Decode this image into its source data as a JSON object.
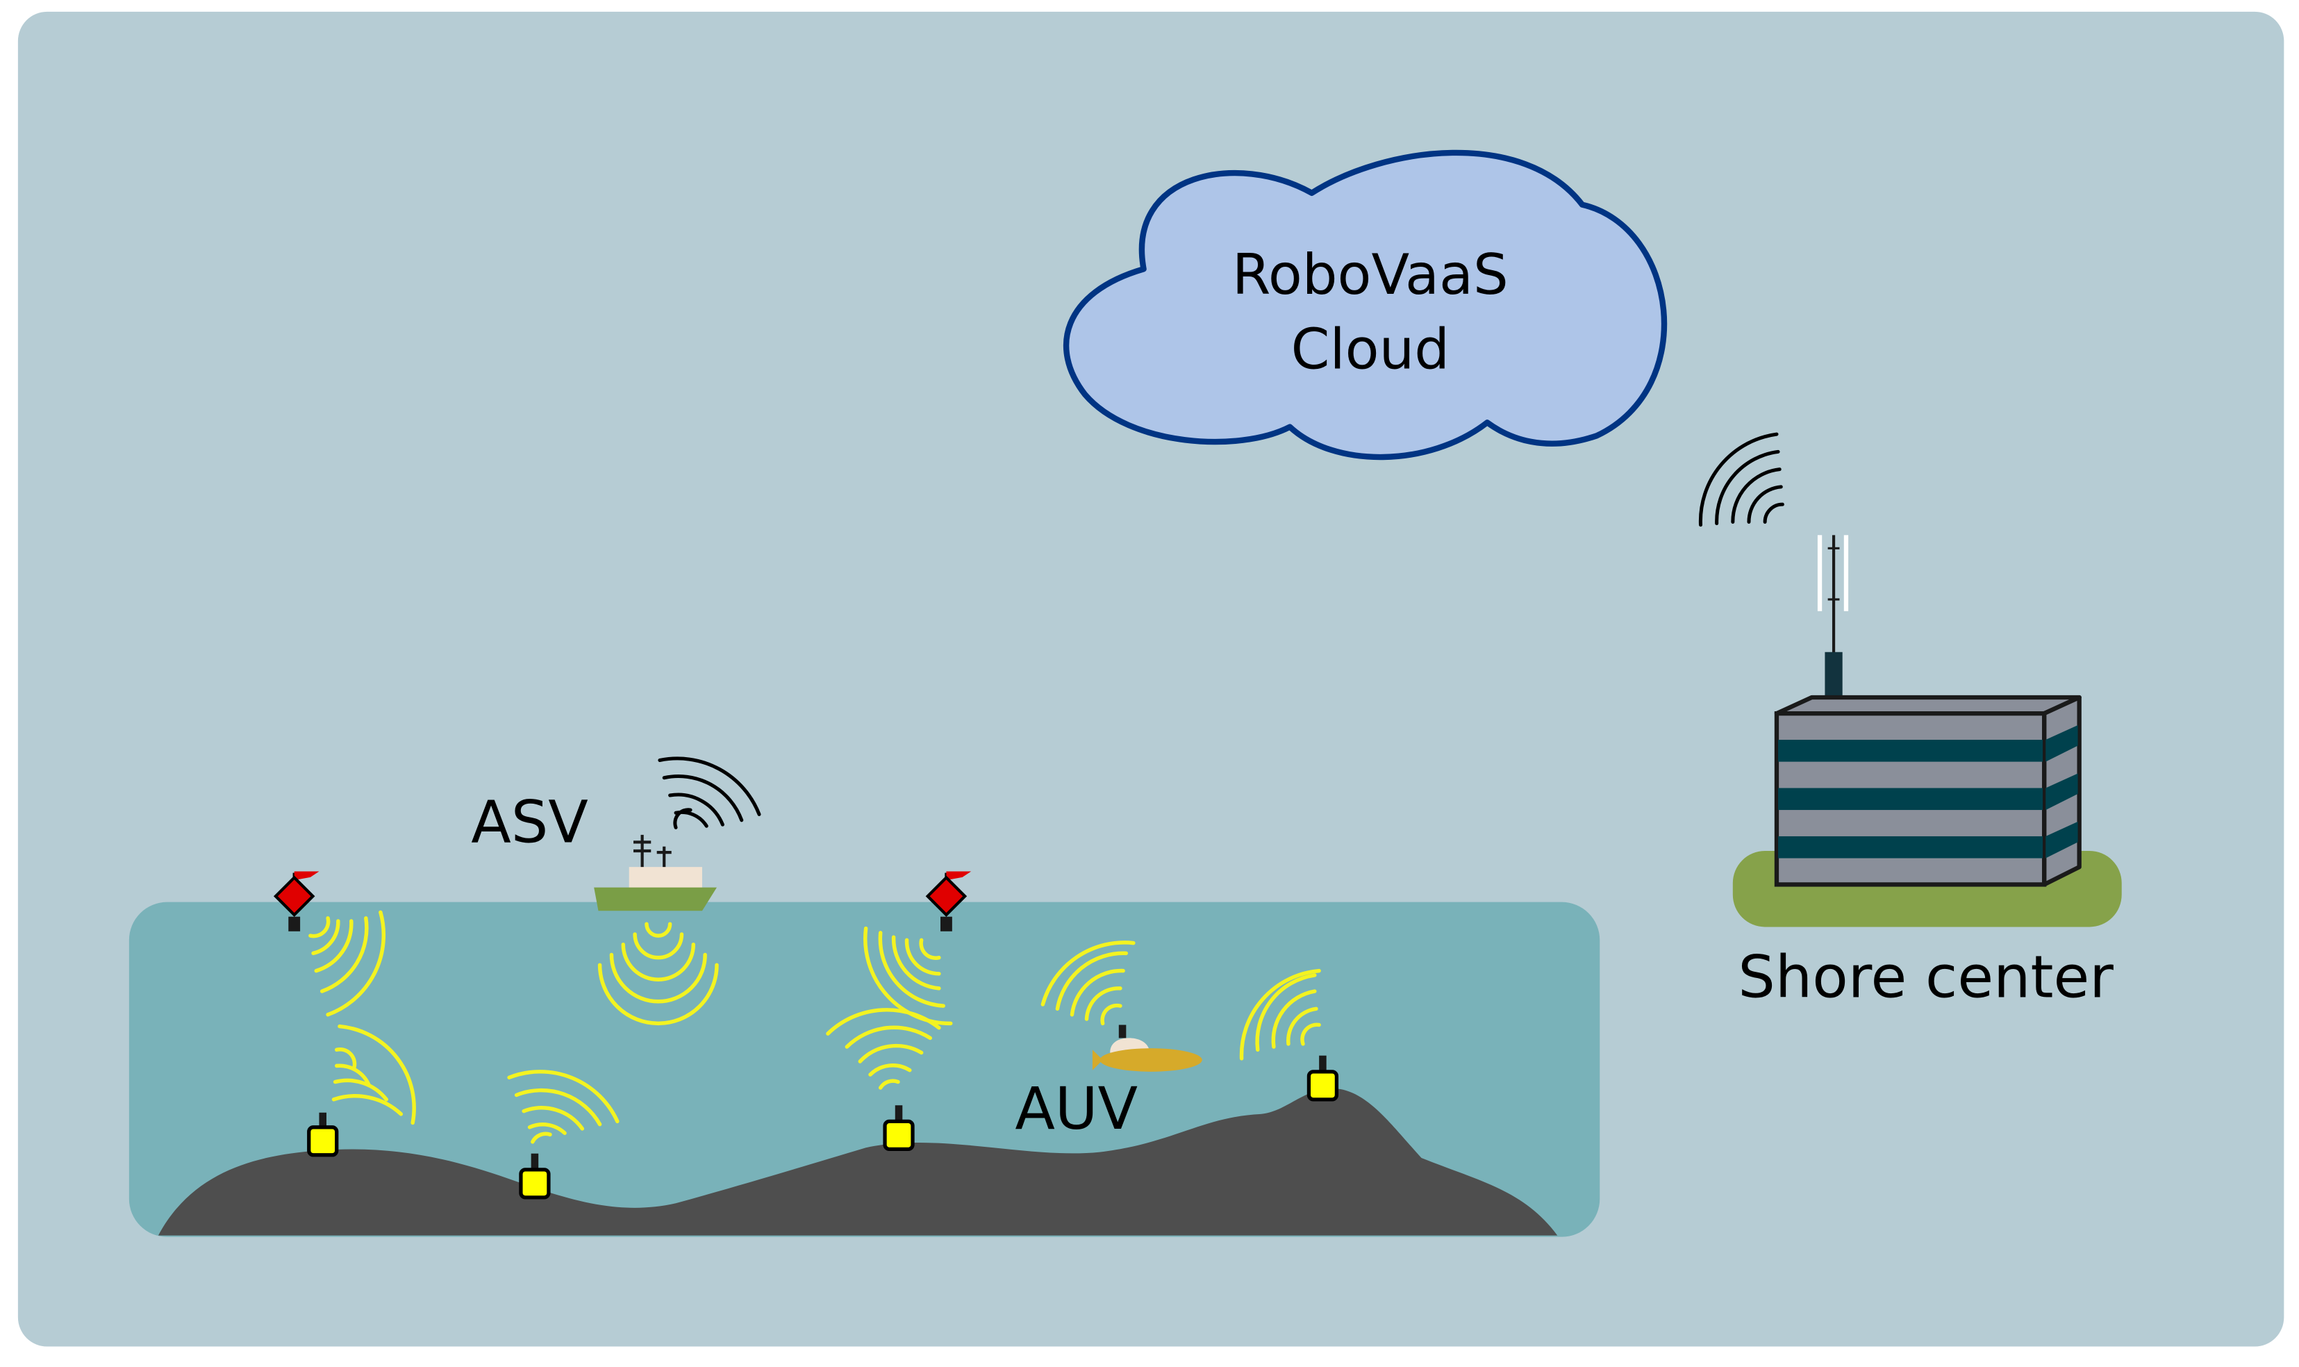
{
  "labels": {
    "cloud_line1": "RoboVaaS",
    "cloud_line2": "Cloud",
    "shore": "Shore center",
    "asv": "ASV",
    "auv": "AUV"
  },
  "colors": {
    "panel": "#b6ccd4",
    "water": "#79b2b9",
    "seabed": "#4e4e4e",
    "cloud_fill": "#aec5e8",
    "cloud_stroke": "#003483",
    "acoustic_wave": "#f3f321",
    "radio_wave": "#000000",
    "sensor_node": "#ffff00",
    "marker_buoy": "#e00000",
    "asv_hull": "#7a9e46",
    "auv_body": "#d6aa2a",
    "grass": "#86a24a",
    "building": "#8a8f9a",
    "building_stripe": "#00414d"
  },
  "icons": {
    "cloud": "cloud-icon",
    "building": "building-icon",
    "antenna": "antenna-icon",
    "boat": "boat-icon",
    "submarine": "submarine-icon",
    "buoy": "buoy-icon",
    "sensor": "sensor-node-icon",
    "radio": "radio-wave-icon",
    "acoustic": "acoustic-wave-icon"
  }
}
